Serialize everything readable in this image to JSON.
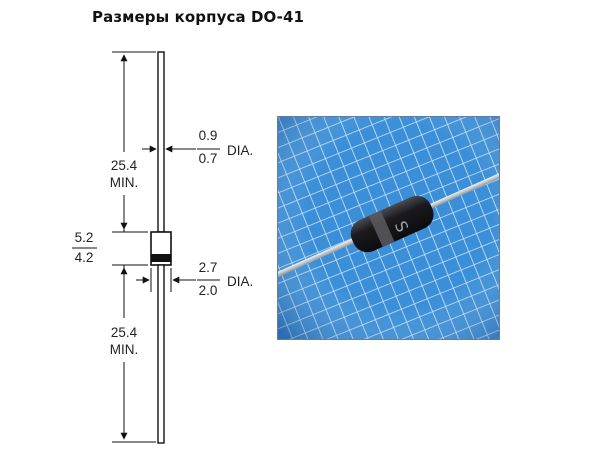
{
  "title": "Размеры корпуса DO-41",
  "dimensions": {
    "lead_length_top": {
      "value": "25.4",
      "qualifier": "MIN."
    },
    "lead_length_bottom": {
      "value": "25.4",
      "qualifier": "MIN."
    },
    "body_length": {
      "max": "5.2",
      "min": "4.2"
    },
    "lead_diameter": {
      "max": "0.9",
      "min": "0.7",
      "unit": "DIA."
    },
    "body_diameter": {
      "max": "2.7",
      "min": "2.0",
      "unit": "DIA."
    }
  },
  "photo": {
    "component_marking": "S",
    "colors": {
      "grid_background": "#3a8fd8",
      "grid_lines": "#cfe4f7",
      "diode_body": "#1b1b1f",
      "cathode_band": "#5a5a60",
      "lead": "#c9cfd6"
    }
  }
}
